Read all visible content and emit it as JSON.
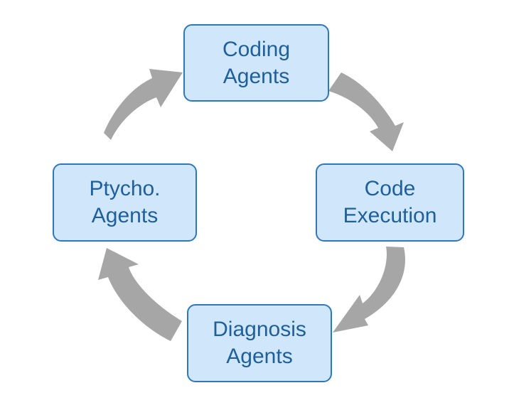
{
  "diagram": {
    "nodes": [
      {
        "id": "coding",
        "lines": [
          "Coding",
          "Agents"
        ]
      },
      {
        "id": "execution",
        "lines": [
          "Code",
          "Execution"
        ]
      },
      {
        "id": "diagnosis",
        "lines": [
          "Diagnosis",
          "Agents"
        ]
      },
      {
        "id": "ptycho",
        "lines": [
          "Ptycho.",
          "Agents"
        ]
      }
    ],
    "edges": [
      {
        "from": "coding",
        "to": "execution"
      },
      {
        "from": "execution",
        "to": "diagnosis"
      },
      {
        "from": "diagnosis",
        "to": "ptycho"
      },
      {
        "from": "ptycho",
        "to": "coding"
      }
    ],
    "colors": {
      "node_fill": "#cfe6fb",
      "node_border": "#2f78b8",
      "node_text": "#1f5f9a",
      "arrow": "#a6a6a6"
    }
  }
}
